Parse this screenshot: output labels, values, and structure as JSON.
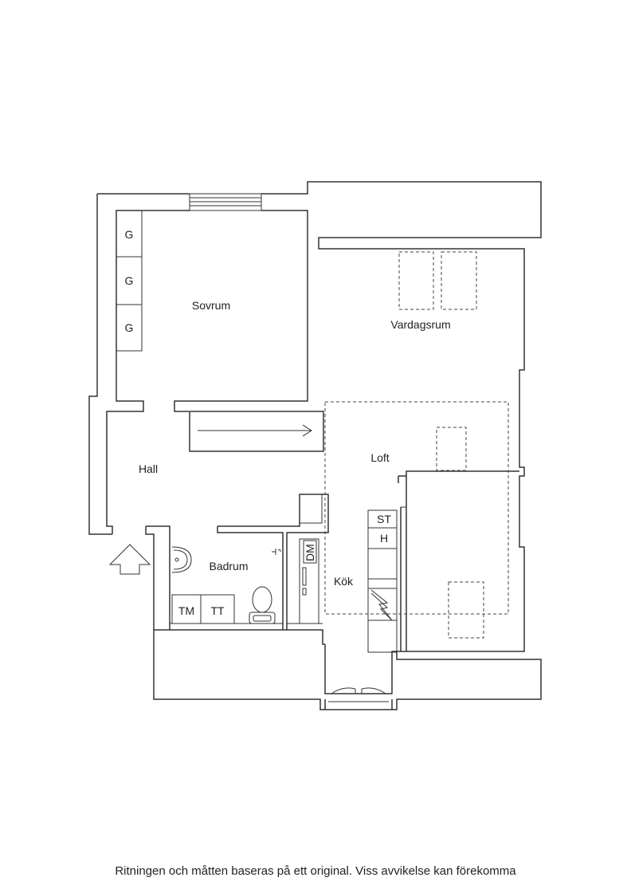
{
  "rooms": {
    "sovrum": "Sovrum",
    "vardagsrum": "Vardagsrum",
    "hall": "Hall",
    "loft": "Loft",
    "badrum": "Badrum",
    "kok": "Kök"
  },
  "fixtures": {
    "wardrobe": [
      "G",
      "G",
      "G"
    ],
    "stove": "ST",
    "hood": "H",
    "dishwasher": "DM",
    "washer": "TM",
    "dryer": "TT"
  },
  "footer": {
    "disclaimer": "Ritningen och måtten baseras på ett original. Viss avvikelse kan förekomma"
  }
}
